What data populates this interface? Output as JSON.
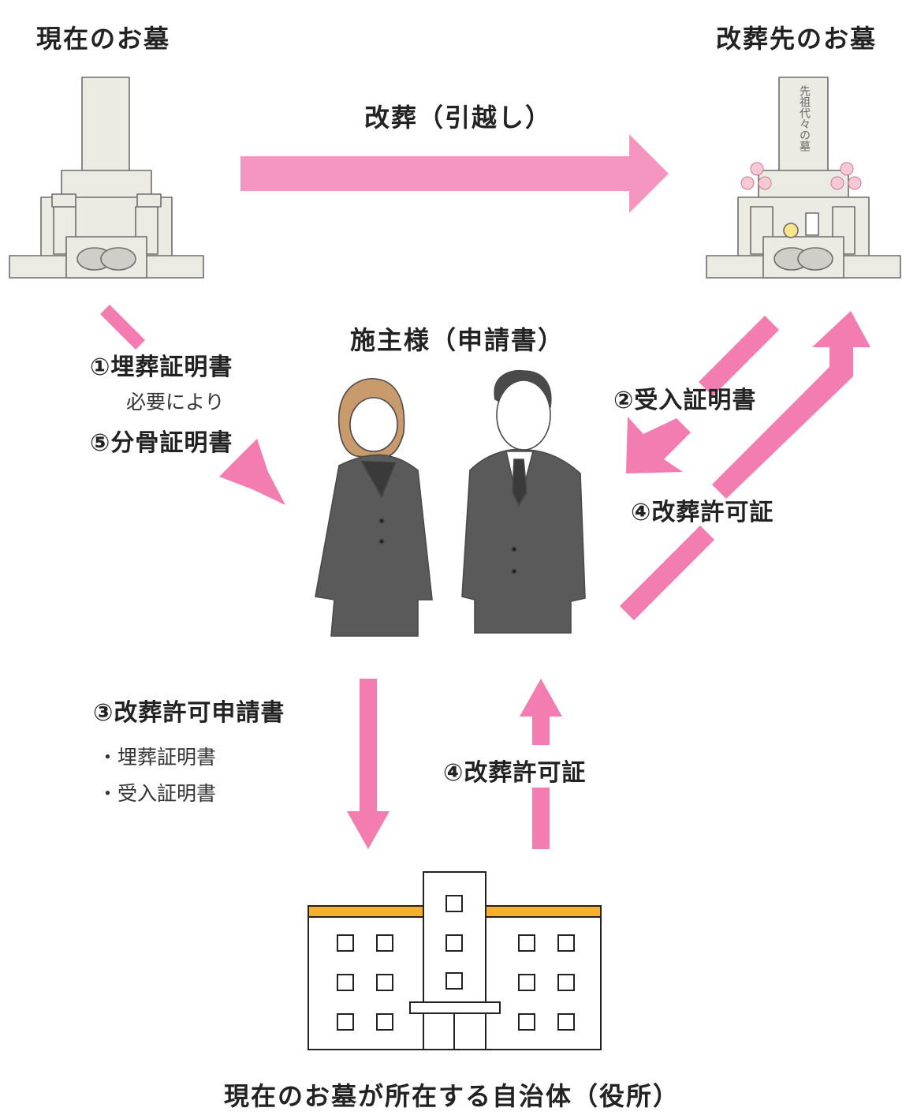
{
  "nodes": {
    "current_grave": "現在のお墓",
    "new_grave": "改葬先のお墓",
    "applicant": "施主様（申請書）",
    "municipality": "現在のお墓が所在する自治体（役所）"
  },
  "gravestone_inscription": "先祖代々の墓",
  "flows": {
    "relocation": "改葬（引越し）",
    "burial_certificate": "①埋葬証明書",
    "if_needed": "必要により",
    "bone_division_certificate": "⑤分骨証明書",
    "acceptance_certificate": "②受入証明書",
    "reburial_permit_top": "④改葬許可証",
    "reburial_application": "③改葬許可申請書",
    "application_items": [
      "・埋葬証明書",
      "・受入証明書"
    ],
    "reburial_permit_bottom": "④改葬許可証"
  },
  "colors": {
    "arrow_pink": "#f37cb0",
    "arrow_pink_light": "#f596c0",
    "stone": "#ebeae3",
    "suit": "#5a5a5a",
    "building_roof": "#f6b12a"
  }
}
